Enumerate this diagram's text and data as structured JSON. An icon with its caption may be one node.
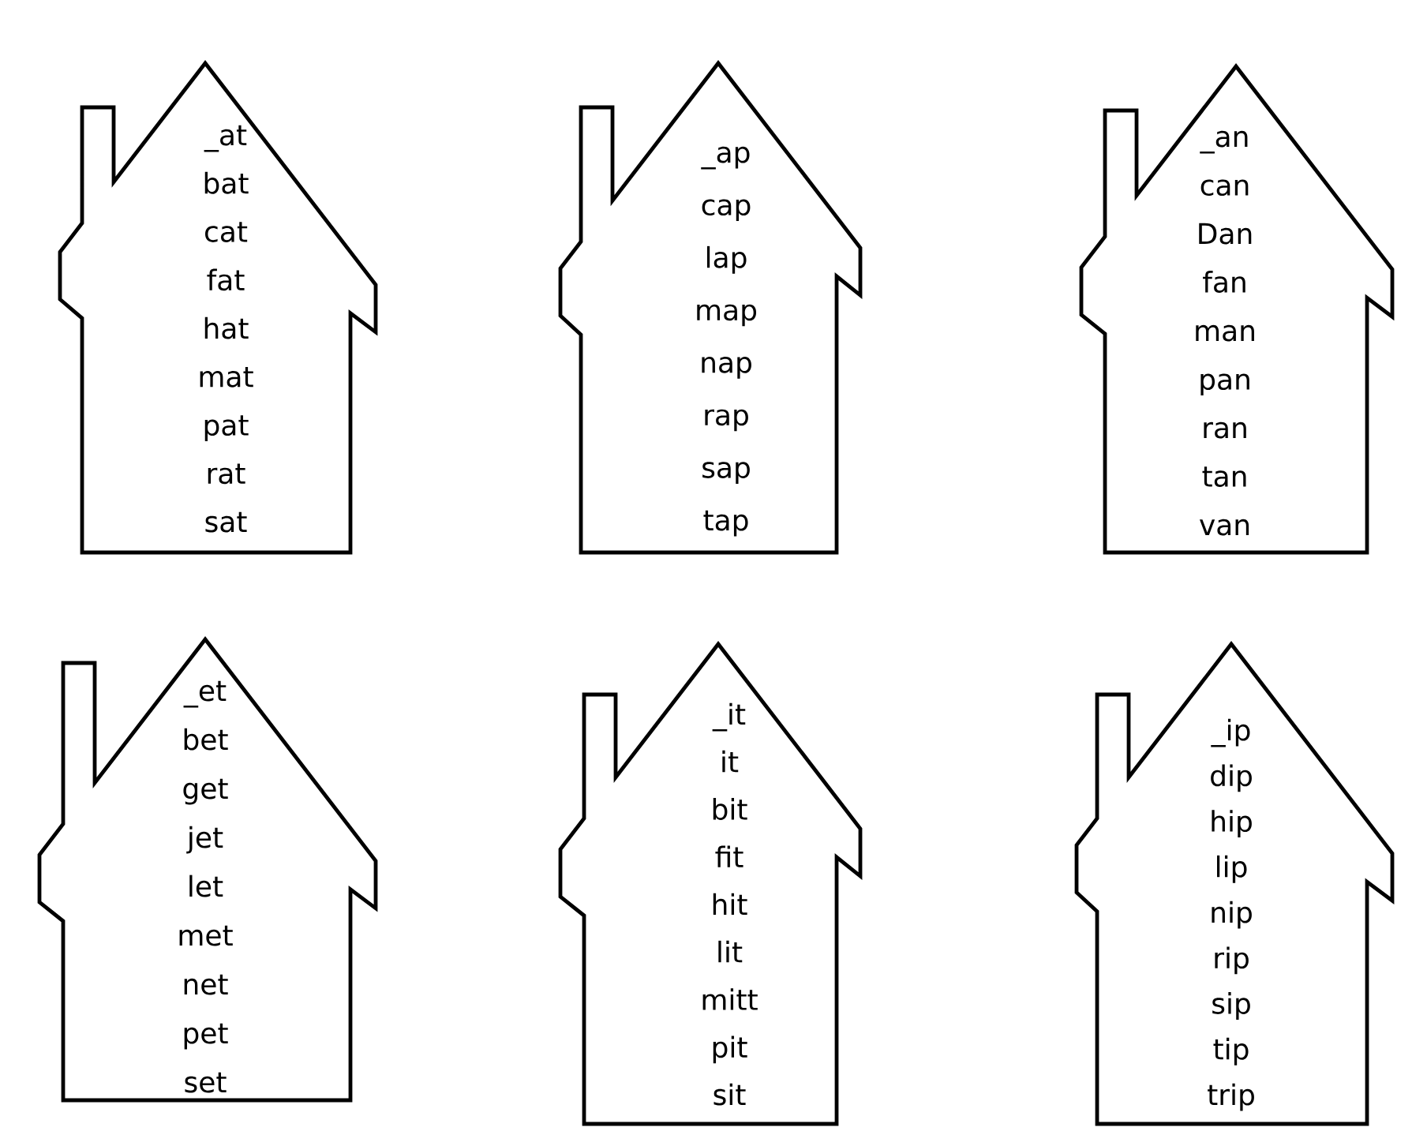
{
  "diagram": {
    "nodes": [
      {
        "text": [
          "_at",
          "bat",
          "cat",
          "fat",
          "hat",
          "mat",
          "pat",
          "rat",
          "sat"
        ]
      },
      {
        "text": [
          "_ap",
          "cap",
          "lap",
          "map",
          "nap",
          "rap",
          "sap",
          "tap"
        ]
      },
      {
        "text": [
          "_an",
          "can",
          "Dan",
          "fan",
          "man",
          "pan",
          "ran",
          "tan",
          "van"
        ]
      },
      {
        "text": [
          "_et",
          "bet",
          "get",
          "jet",
          "let",
          "met",
          "net",
          "pet",
          "set"
        ]
      },
      {
        "text": [
          "_it",
          "it",
          "bit",
          "fit",
          "hit",
          "lit",
          "mitt",
          "pit",
          "sit"
        ]
      },
      {
        "text": [
          "_ip",
          "dip",
          "hip",
          "lip",
          "nip",
          "rip",
          "sip",
          "tip",
          "trip"
        ]
      }
    ]
  }
}
